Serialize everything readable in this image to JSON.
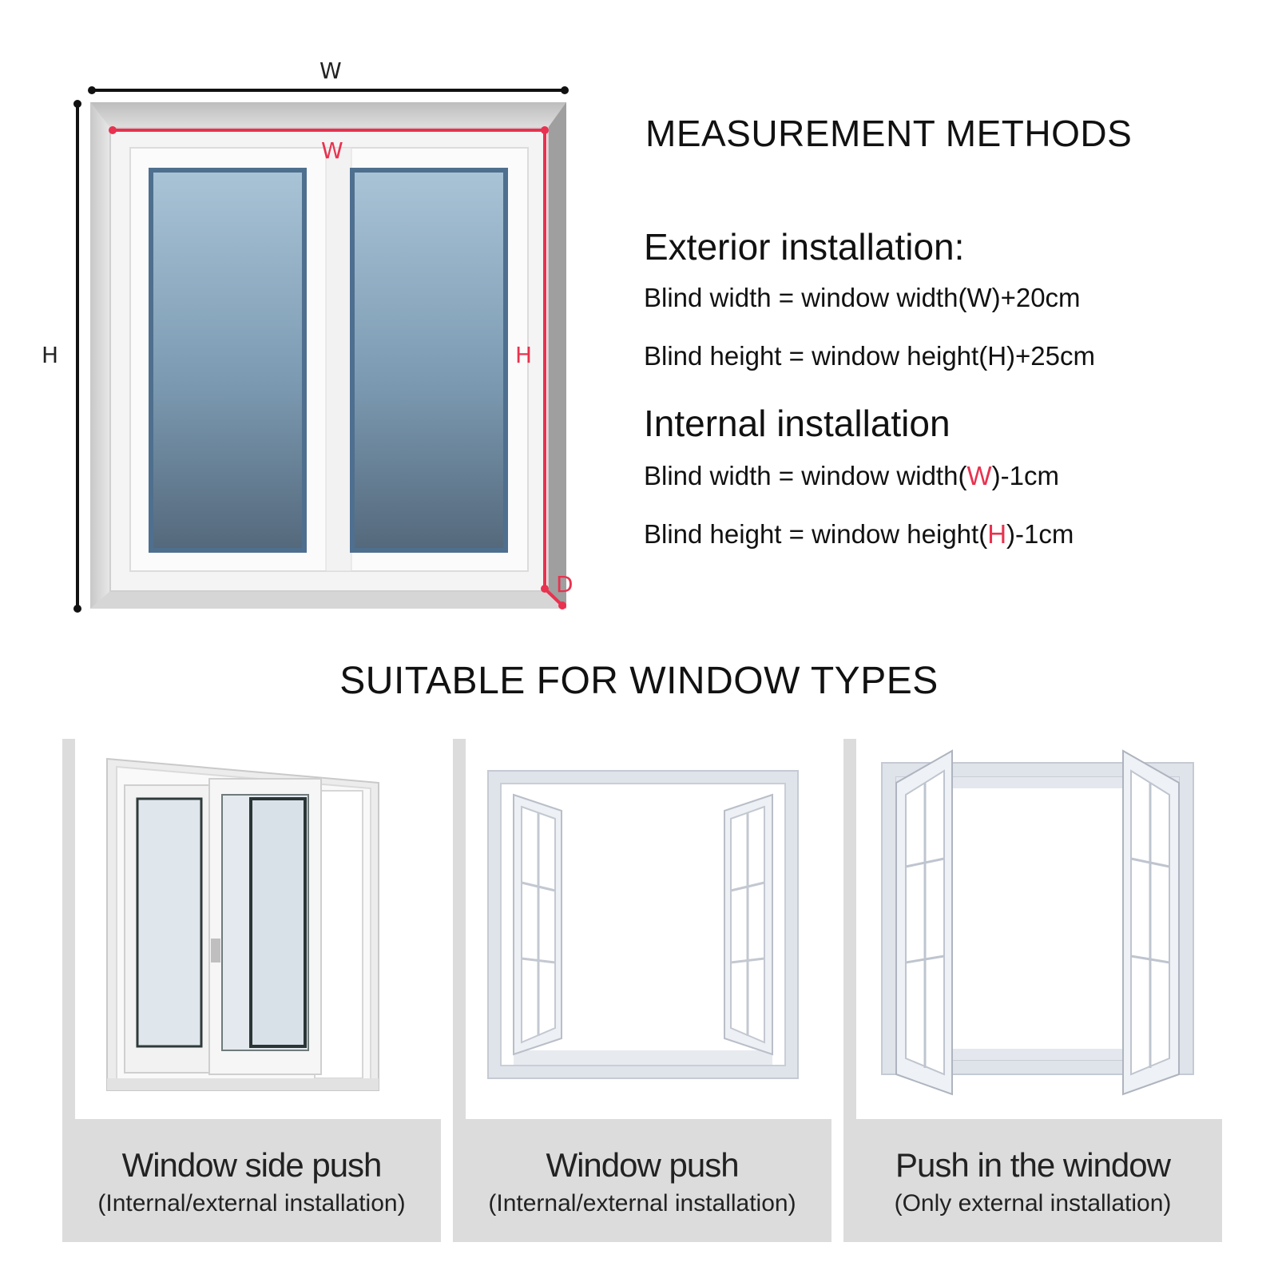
{
  "diagram": {
    "outer_width_label": "W",
    "outer_height_label": "H",
    "inner_width_label": "W",
    "inner_height_label": "H",
    "depth_label": "D",
    "accent_color": "#e8324f"
  },
  "measurement": {
    "title": "MEASUREMENT METHODS",
    "exterior": {
      "heading": "Exterior installation:",
      "width_rule": "Blind width = window width(W)+20cm",
      "height_rule": "Blind height = window height(H)+25cm"
    },
    "internal": {
      "heading": "Internal installation",
      "width_prefix": "Blind width = window width(",
      "width_letter": "W",
      "width_suffix": ")-1cm",
      "height_prefix": "Blind height = window height(",
      "height_letter": "H",
      "height_suffix": ")-1cm"
    }
  },
  "window_types": {
    "title": "SUITABLE FOR WINDOW TYPES",
    "items": [
      {
        "title": "Window side push",
        "subtitle": "(Internal/external installation)",
        "icon": "sliding-window-icon"
      },
      {
        "title": "Window push",
        "subtitle": "(Internal/external installation)",
        "icon": "outward-casement-window-icon"
      },
      {
        "title": "Push in the window",
        "subtitle": "(Only external installation)",
        "icon": "inward-casement-window-icon"
      }
    ]
  }
}
